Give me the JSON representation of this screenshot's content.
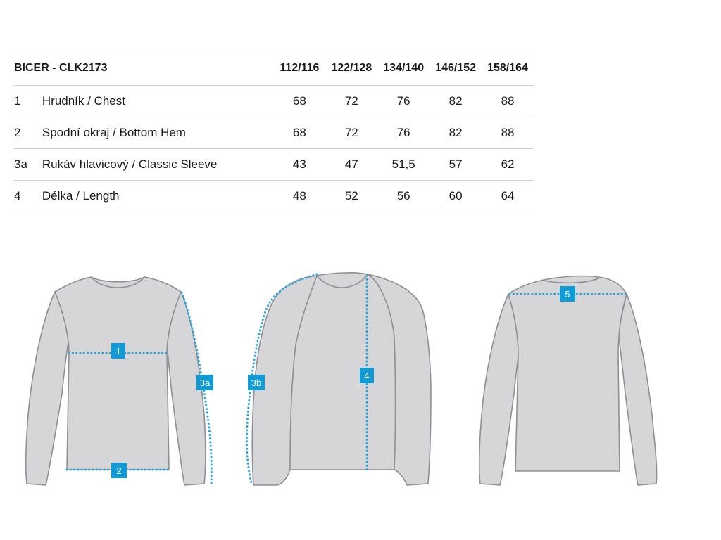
{
  "table": {
    "product": "BICER - CLK2173",
    "sizes": [
      "112/116",
      "122/128",
      "134/140",
      "146/152",
      "158/164"
    ],
    "rows": [
      {
        "code": "1",
        "name": "Hrudník / Chest",
        "values": [
          "68",
          "72",
          "76",
          "82",
          "88"
        ]
      },
      {
        "code": "2",
        "name": "Spodní okraj / Bottom Hem",
        "values": [
          "68",
          "72",
          "76",
          "82",
          "88"
        ]
      },
      {
        "code": "3a",
        "name": "Rukáv hlavicový / Classic Sleeve",
        "values": [
          "43",
          "47",
          "51,5",
          "57",
          "62"
        ]
      },
      {
        "code": "4",
        "name": "Délka / Length",
        "values": [
          "48",
          "52",
          "56",
          "60",
          "64"
        ]
      }
    ]
  },
  "diagram": {
    "labels": {
      "chest": "1",
      "hem": "2",
      "sleeve_classic": "3a",
      "sleeve_raglan": "3b",
      "length": "4",
      "shoulder": "5"
    },
    "colors": {
      "garment_fill": "#d6d6d9",
      "garment_outline": "#8f8f94",
      "measure_line": "#2aa3dc",
      "badge": "#119bd6"
    }
  }
}
